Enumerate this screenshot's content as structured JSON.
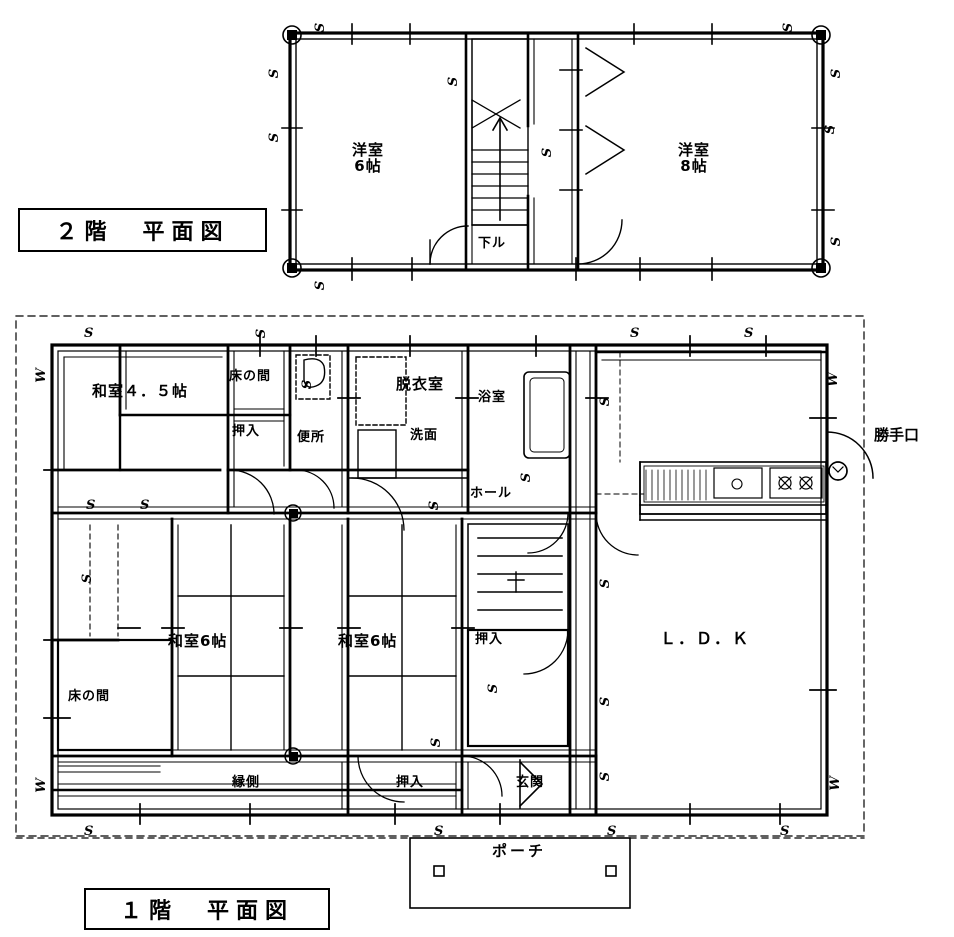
{
  "document": {
    "kind": "architectural-floor-plan",
    "language": "ja",
    "sheet_titles": {
      "second_floor": "２階　平面図",
      "first_floor": "１階　平面図"
    }
  },
  "second_floor": {
    "name": "2F",
    "rooms": [
      {
        "id": "yoshitsu-6",
        "label_line1": "洋室",
        "label_line2": "6帖",
        "type": "western-room",
        "size_tatami": 6
      },
      {
        "id": "yoshitsu-8",
        "label_line1": "洋室",
        "label_line2": "8帖",
        "type": "western-room",
        "size_tatami": 8
      }
    ],
    "stair_label": "下ル",
    "wall_marks": [
      "S",
      "S",
      "S",
      "S",
      "S",
      "S",
      "S",
      "S",
      "S",
      "S"
    ]
  },
  "first_floor": {
    "name": "1F",
    "rooms": [
      {
        "id": "washitsu-4-5",
        "label": "和室４．５帖",
        "type": "japanese-room",
        "size_tatami": 4.5
      },
      {
        "id": "tokonoma-top",
        "label": "床の間",
        "type": "alcove"
      },
      {
        "id": "oshiire-top",
        "label": "押入",
        "type": "closet"
      },
      {
        "id": "benjo",
        "label": "便所",
        "type": "toilet"
      },
      {
        "id": "datsuishitsu",
        "label": "脱衣室",
        "type": "dressing-room"
      },
      {
        "id": "senmen",
        "label": "洗面",
        "type": "washbasin"
      },
      {
        "id": "yokushitsu",
        "label": "浴室",
        "type": "bathroom"
      },
      {
        "id": "hall",
        "label": "ホール",
        "type": "hall"
      },
      {
        "id": "ldk",
        "label": "Ｌ．Ｄ．Ｋ",
        "type": "living-dining-kitchen"
      },
      {
        "id": "washitsu-6-a",
        "label": "和室6帖",
        "type": "japanese-room",
        "size_tatami": 6
      },
      {
        "id": "washitsu-6-b",
        "label": "和室6帖",
        "type": "japanese-room",
        "size_tatami": 6
      },
      {
        "id": "tokonoma-bottom",
        "label": "床の間",
        "type": "alcove"
      },
      {
        "id": "oshiire-stair",
        "label": "押入",
        "type": "closet"
      },
      {
        "id": "engawa",
        "label": "縁側",
        "type": "veranda"
      },
      {
        "id": "oshiire-entry",
        "label": "押入",
        "type": "closet"
      },
      {
        "id": "genkan",
        "label": "玄関",
        "type": "entrance"
      },
      {
        "id": "porch",
        "label": "ポーチ",
        "type": "porch"
      }
    ],
    "exterior_labels": [
      {
        "id": "katteguchi",
        "label": "勝手口",
        "type": "service-door"
      }
    ],
    "wall_marks_s": "S",
    "wall_marks_w": "W"
  },
  "colors": {
    "ink": "#000000",
    "paper": "#ffffff",
    "light_ink": "#555555"
  }
}
